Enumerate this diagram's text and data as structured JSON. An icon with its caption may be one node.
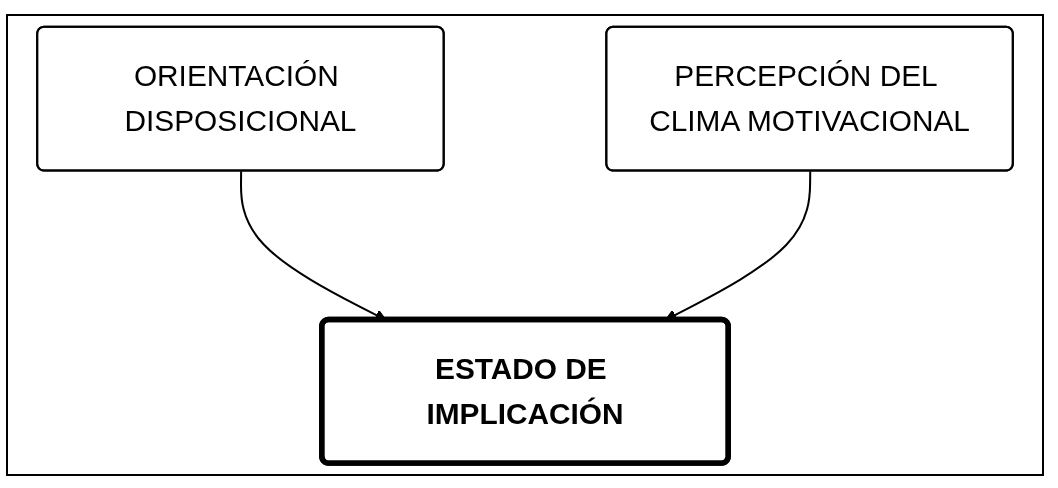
{
  "diagram": {
    "nodes": [
      {
        "text": [
          "ORIENTACIÓN DISPOSICIONAL"
        ]
      },
      {
        "text": [
          "PERCEPCIÓN DEL CLIMA MOTIVACIONAL"
        ]
      },
      {
        "text": [
          "ESTADO DE IMPLICACIÓN"
        ]
      }
    ],
    "edges": [
      {
        "from": 0,
        "to": 2,
        "arrow": "to"
      },
      {
        "from": 1,
        "to": 2,
        "arrow": "to"
      }
    ]
  }
}
